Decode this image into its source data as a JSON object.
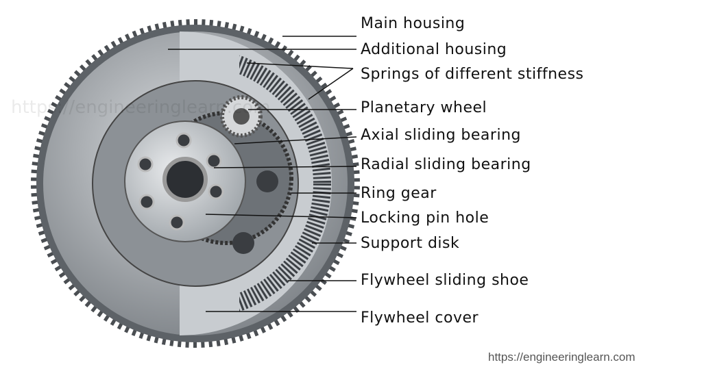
{
  "labels": [
    "Main housing",
    "Additional housing",
    "Springs of different stiffness",
    "Planetary wheel",
    "Axial sliding bearing",
    "Radial sliding bearing",
    "Ring gear",
    "Locking pin hole",
    "Support disk",
    "Flywheel sliding shoe",
    "Flywheel cover"
  ],
  "watermark": "https://engineeringlearn.com",
  "source_url": "https://engineeringlearn.com"
}
